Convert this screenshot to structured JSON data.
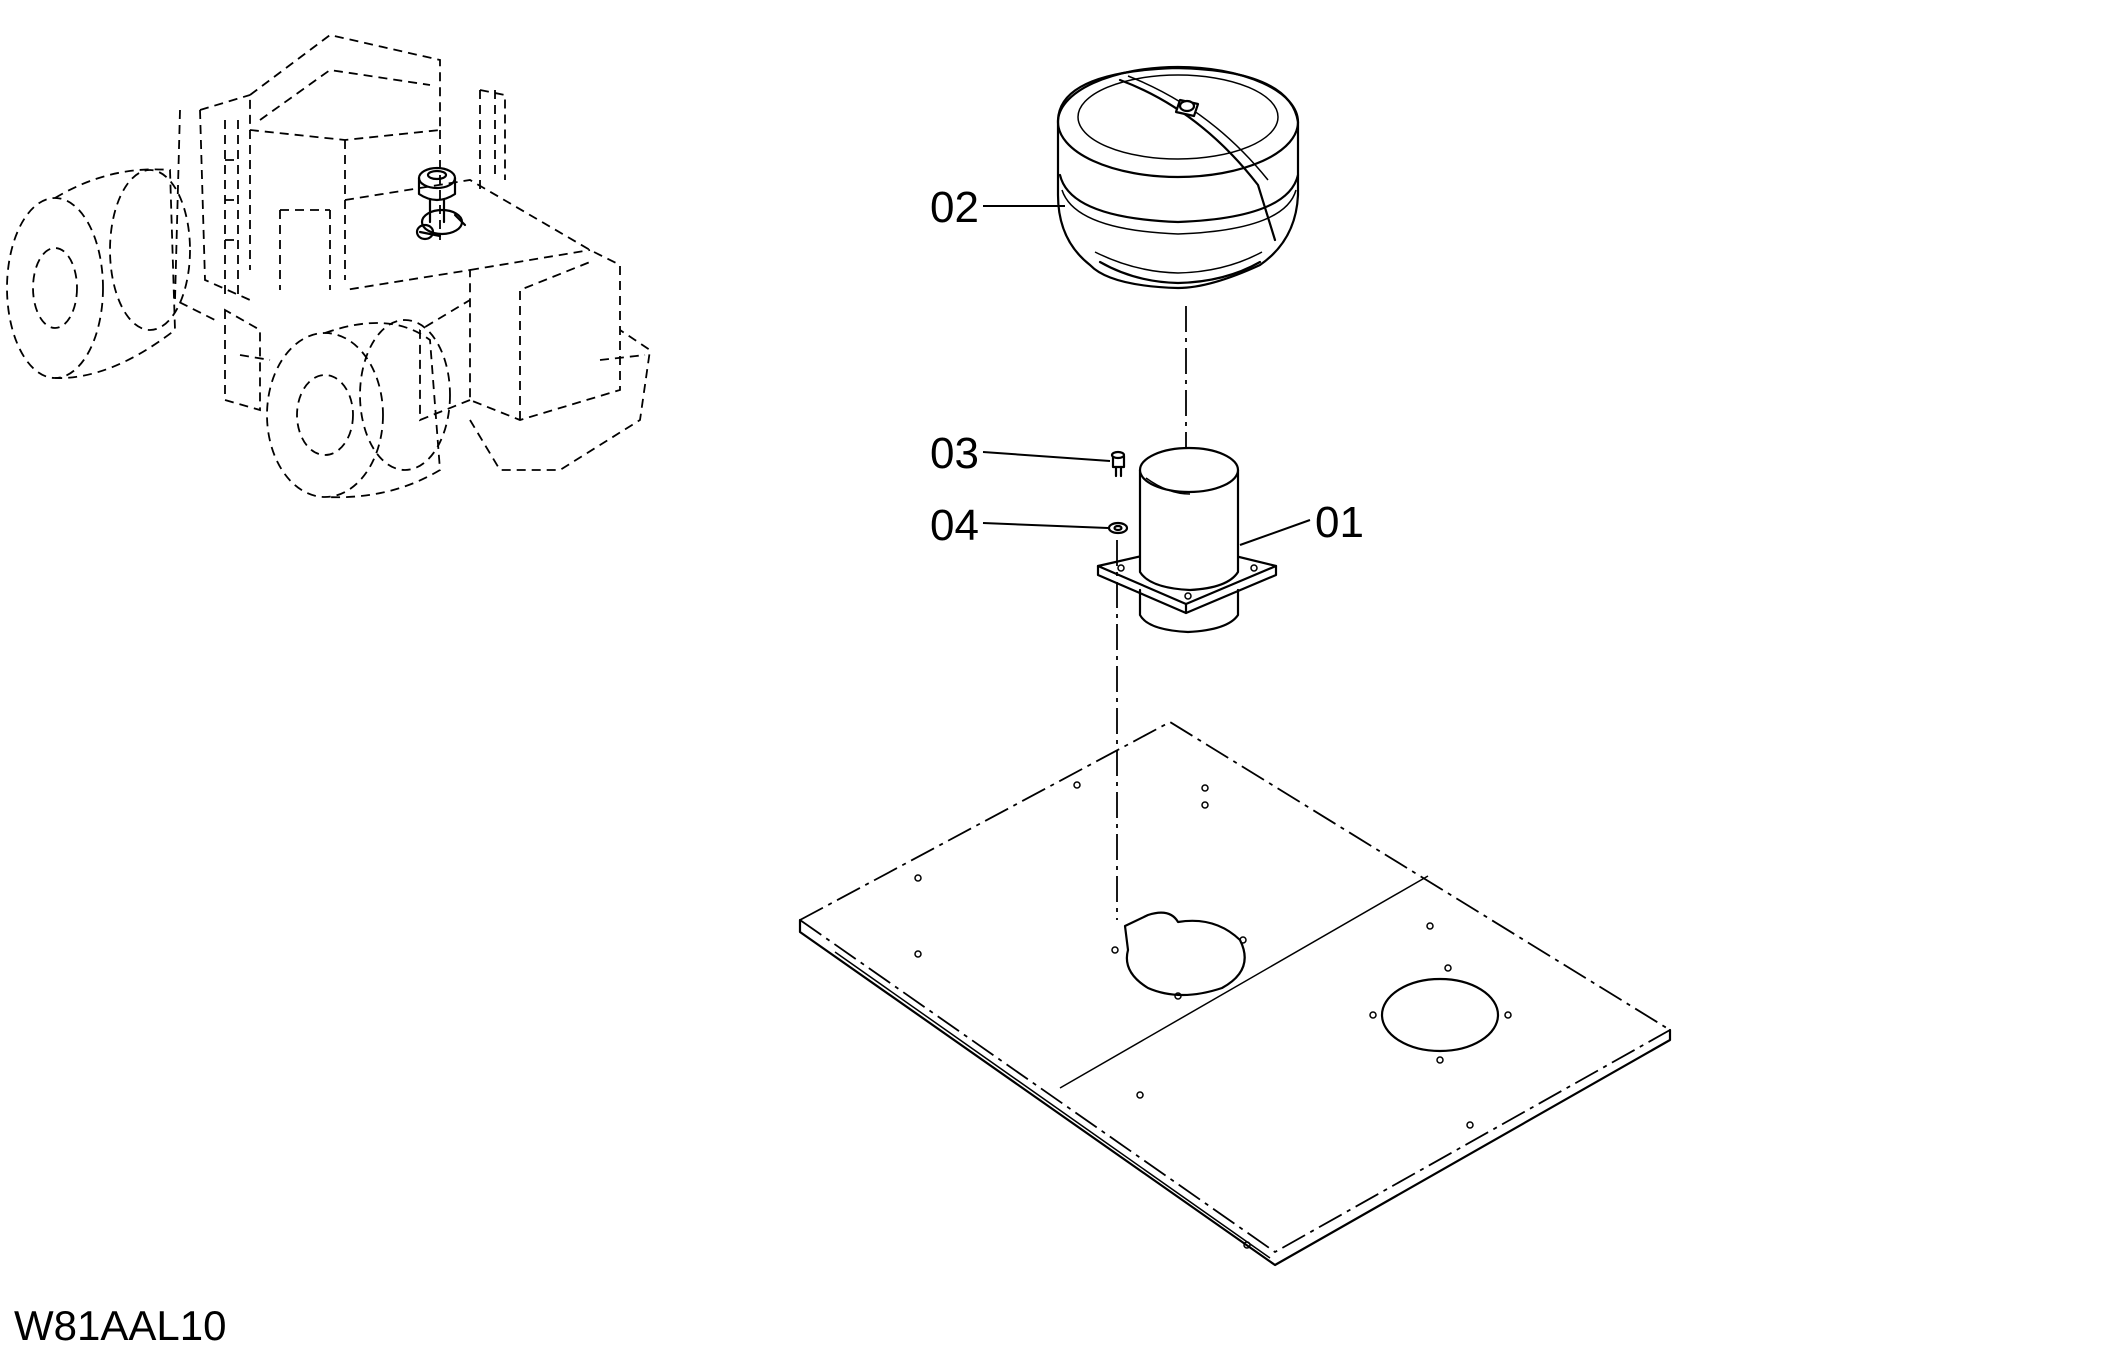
{
  "callouts": {
    "c01": "01",
    "c02": "02",
    "c03": "03",
    "c04": "04"
  },
  "drawing_code": "W81AAL10",
  "colors": {
    "line": "#000000",
    "background": "#ffffff"
  }
}
